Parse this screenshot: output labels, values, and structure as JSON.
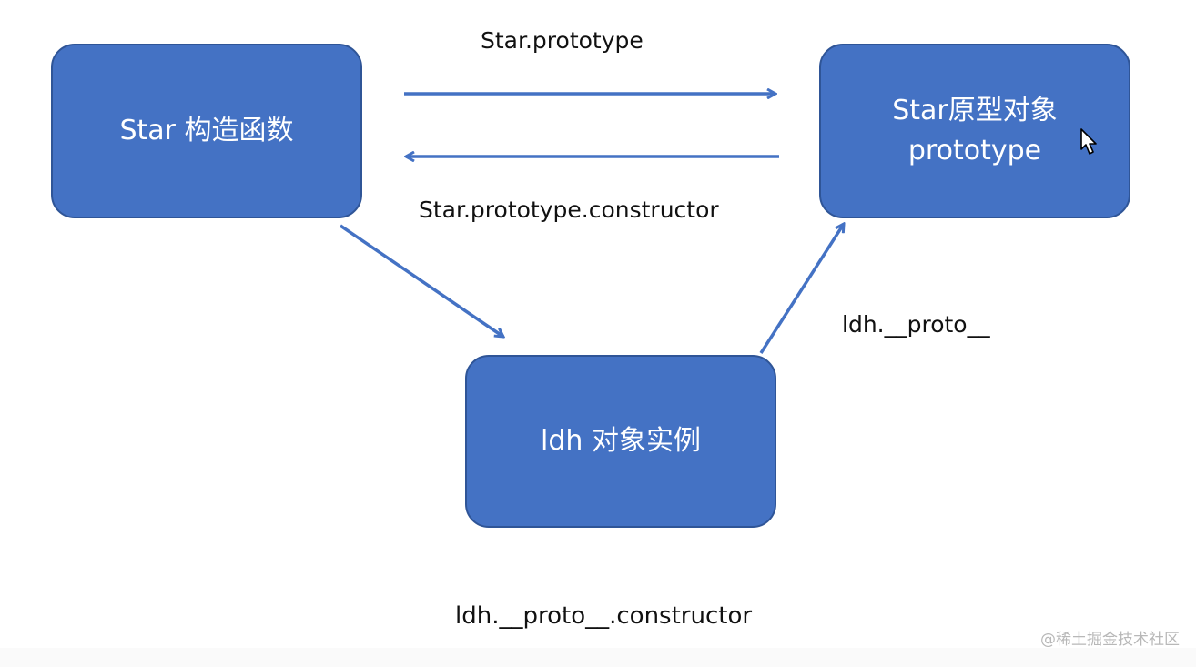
{
  "diagram": {
    "nodes": {
      "star_constructor": {
        "label": "Star 构造函数"
      },
      "star_prototype": {
        "line1": "Star原型对象",
        "line2": "prototype"
      },
      "ldh_instance": {
        "label": "ldh 对象实例"
      }
    },
    "edges": {
      "constructor_to_prototype": "Star.prototype",
      "prototype_to_constructor": "Star.prototype.constructor",
      "instance_to_prototype": "ldh.__proto__",
      "instance_constructor": "ldh.__proto__.constructor"
    }
  },
  "watermark": "@稀土掘金技术社区",
  "colors": {
    "node_fill": "#4472c4",
    "node_border": "#2f5597",
    "arrow": "#4472c4",
    "text": "#111111"
  }
}
